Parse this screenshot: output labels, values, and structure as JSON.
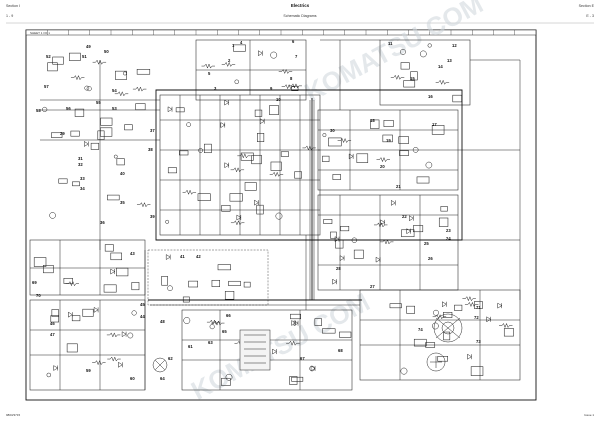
{
  "header": {
    "left_top": "Section I",
    "left_bottom": "1 - 9",
    "center_title": "Electrics",
    "center_subtitle": "Schematic Diagrams",
    "right_top": "Section E",
    "right_bottom": "E - 3",
    "footer_left": "9803/3715",
    "footer_right": "Issue 1"
  },
  "diagram": {
    "frame_label": "SHEET 1 OF 1",
    "watermark": "KOMATSU  COM",
    "callouts": [
      "1",
      "2",
      "3",
      "4",
      "5",
      "6",
      "7",
      "8",
      "9",
      "10",
      "11",
      "12",
      "13",
      "14",
      "15",
      "16",
      "17",
      "18",
      "19",
      "20",
      "21",
      "22",
      "23",
      "24",
      "25",
      "26",
      "27",
      "28",
      "29",
      "30",
      "31",
      "32",
      "33",
      "34",
      "35",
      "36",
      "37",
      "38",
      "39",
      "40",
      "41",
      "42",
      "43",
      "44",
      "45",
      "46",
      "47",
      "48",
      "49",
      "50",
      "51",
      "52",
      "53",
      "54",
      "55",
      "56",
      "57",
      "58",
      "59",
      "60",
      "61",
      "62",
      "63",
      "64",
      "65",
      "66",
      "67",
      "68",
      "69",
      "70",
      "71",
      "72",
      "73",
      "74"
    ]
  }
}
